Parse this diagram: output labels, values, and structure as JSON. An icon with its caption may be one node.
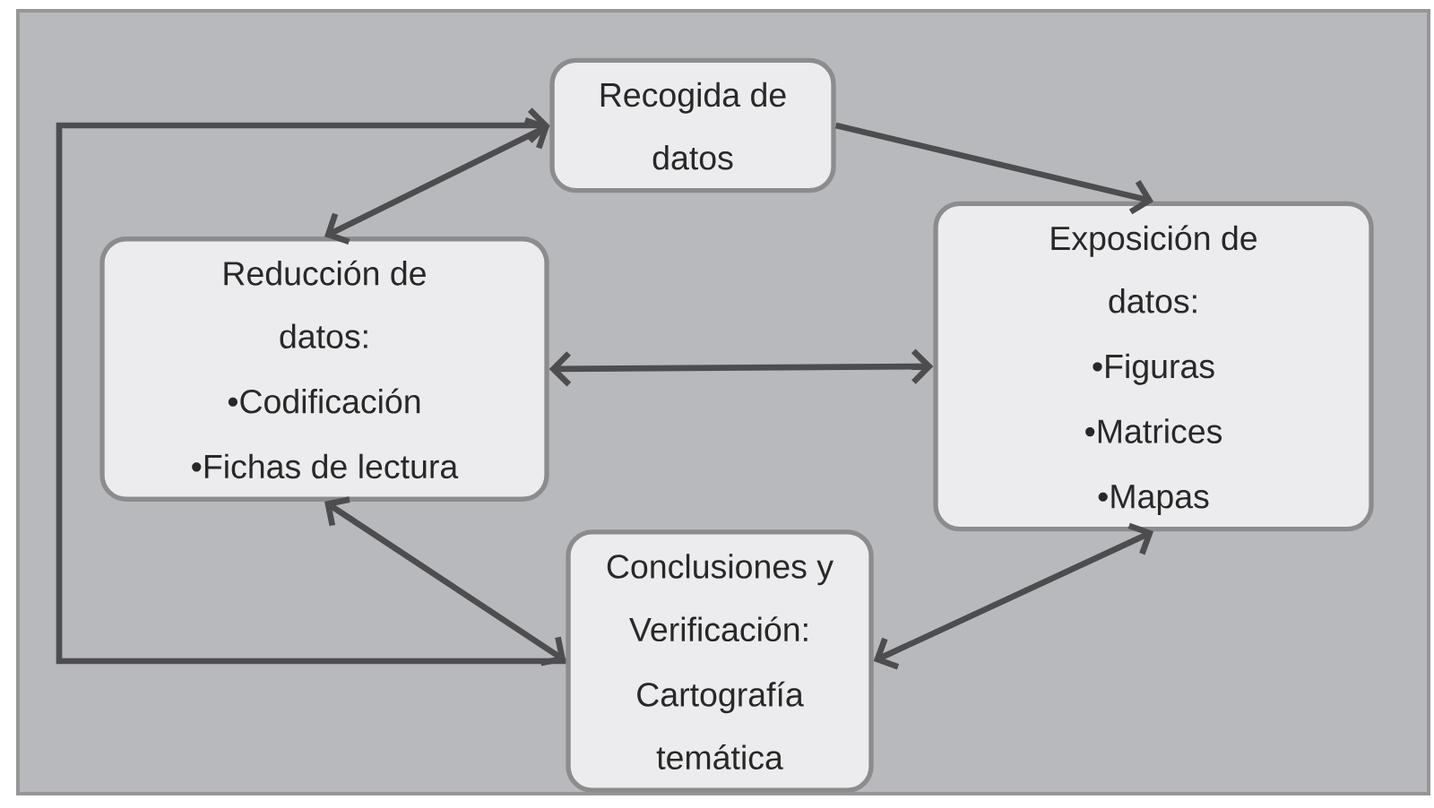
{
  "diagram": {
    "nodes": [
      {
        "text": [
          "Recogida de datos"
        ]
      },
      {
        "text": [
          "Reducción de datos:",
          "•Codificación",
          "•Fichas de lectura"
        ]
      },
      {
        "text": [
          "Exposición de datos:",
          "•Figuras",
          "•Matrices",
          "•Mapas"
        ]
      },
      {
        "text": [
          "Conclusiones y Verificación:",
          "Cartografía temática"
        ]
      }
    ],
    "edges": [
      {
        "from": 0,
        "to": 2,
        "arrow": "to"
      },
      {
        "from": 0,
        "to": 1,
        "arrow": "both"
      },
      {
        "from": 1,
        "to": 2,
        "arrow": "both"
      },
      {
        "from": 1,
        "to": 3,
        "arrow": "both"
      },
      {
        "from": 3,
        "to": 2,
        "arrow": "both"
      },
      {
        "from": 3,
        "to": 0,
        "arrow": "to"
      }
    ]
  }
}
